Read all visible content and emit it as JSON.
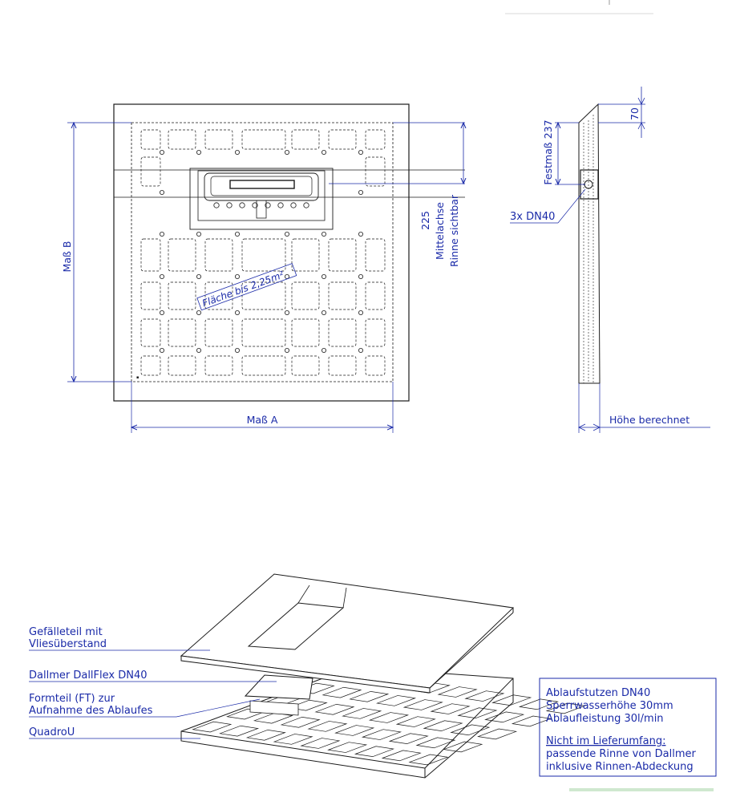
{
  "drawing": {
    "plan": {
      "dim_width": "Maß A",
      "dim_height": "Maß B",
      "area_label": "Fläche bis 2,25m²",
      "dim_axis_value": "225",
      "dim_axis_label_1": "Mittelachse",
      "dim_axis_label_2": "Rinne sichtbar"
    },
    "side": {
      "dim_top": "70",
      "dim_fixed": "Festmaß 237",
      "outlet_count": "3x DN40",
      "height_label": "Höhe berechnet"
    },
    "iso": {
      "labels": [
        "Gefälleteil mit",
        "Vliesüberstand",
        "Dallmer DallFlex DN40",
        "Formteil (FT) zur",
        "Aufnahme des Ablaufes",
        "QuadroU"
      ]
    },
    "info_box": {
      "line1": "Ablaufstutzen DN40",
      "line2": "Sperrwasserhöhe 30mm",
      "line3": "Ablaufleistung 30l/min",
      "note_heading": "Nicht im Lieferumfang:",
      "note1": "passende Rinne von Dallmer",
      "note2": "inklusive Rinnen-Abdeckung"
    },
    "colors": {
      "line": "#1a1a1a",
      "annotation": "#1a2aa8"
    }
  }
}
